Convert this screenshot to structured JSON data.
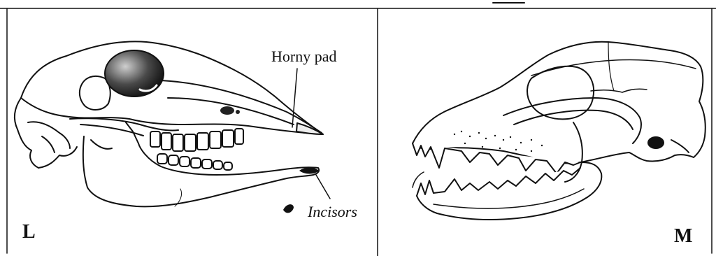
{
  "panels": [
    {
      "letter": "L",
      "annotations": [
        {
          "text": "Horny pad",
          "style": "normal"
        },
        {
          "text": "Incisors",
          "style": "italic"
        }
      ]
    },
    {
      "letter": "M",
      "annotations": []
    }
  ],
  "colors": {
    "ink": "#111111",
    "background": "#ffffff"
  }
}
